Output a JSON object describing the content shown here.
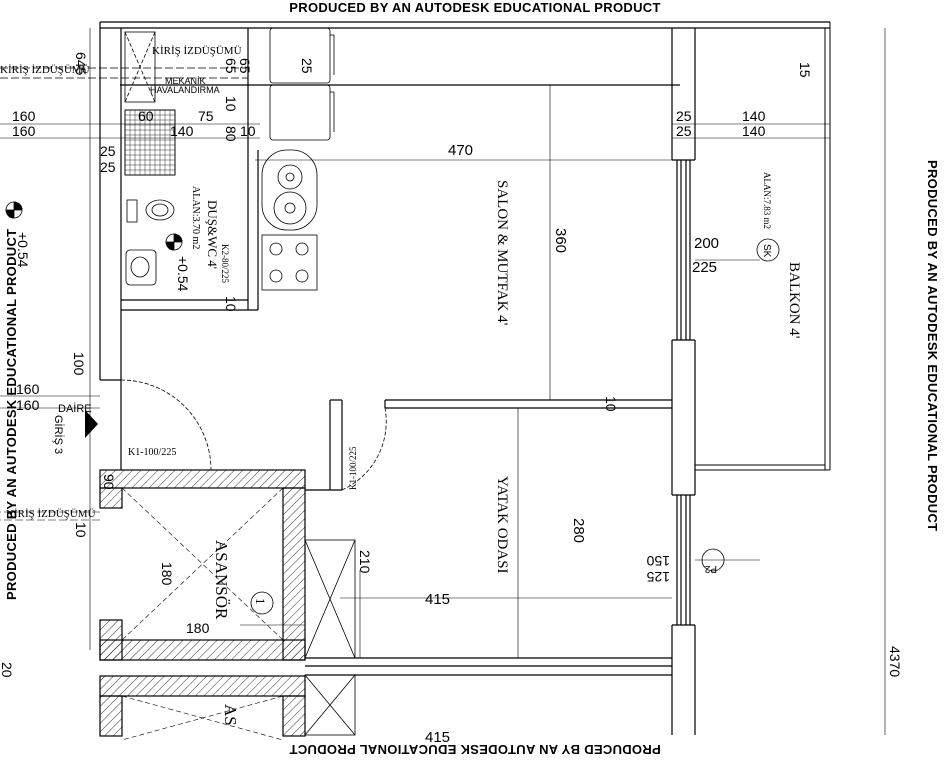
{
  "stamps": {
    "top": "PRODUCED BY AN AUTODESK EDUCATIONAL PRODUCT",
    "bottom": "PRODUCED BY AN AUTODESK EDUCATIONAL PRODUCT",
    "left": "PRODUCED BY AN AUTODESK EDUCATIONAL PRODUCT",
    "right": "PRODUCED BY AN AUTODESK EDUCATIONAL PRODUCT"
  },
  "rooms": {
    "salon": "SALON & MUTFAK 4'",
    "balkon": "BALKON 4'",
    "balkon_area": "ALAN:7.83 m2",
    "yatak": "YATAK ODASI",
    "dus": "DUŞ&WC 4'",
    "dus_area": "ALAN:3.70 m2",
    "asansor": "ASANSÖR",
    "asansor_num": "1",
    "asansor2": "AS"
  },
  "labels": {
    "kiris1": "KİRİŞ İZDÜŞÜMÜ",
    "kiris2": "KİRİŞ İZDÜŞÜMÜ",
    "kiris3": "KİRİŞ İZDÜŞÜMÜ",
    "mekanik1": "MEKANİK",
    "mekanik2": "HAVALANDIRMA",
    "daire": "DAİRE",
    "giris": "GİRİŞ 3",
    "k1_door": "K1-100/225",
    "k1_door2": "K1-100/225",
    "k2_door": "K2-80/225",
    "sk": "SK",
    "p2": "P2",
    "level1": "+0.54",
    "level2": "+0.54"
  },
  "dims": {
    "d645": "645",
    "d65a": "65",
    "d65b": "65",
    "d10a": "10",
    "d25top": "25",
    "d15": "15",
    "d160a": "160",
    "d160b": "160",
    "d60": "60",
    "d75": "75",
    "d140a": "140",
    "d80": "80",
    "d10b": "10",
    "d25a": "25",
    "d25b": "25",
    "d25c": "25",
    "d25d": "25",
    "d140b": "140",
    "d140c": "140",
    "d470": "470",
    "d360": "360",
    "d200": "200",
    "d225": "225",
    "d10c": "10",
    "d100": "100",
    "d160c": "160",
    "d160d": "160",
    "d10d": "10",
    "d90": "90",
    "d10e": "10",
    "d180a": "180",
    "d180b": "180",
    "d210": "210",
    "d280": "280",
    "d415a": "415",
    "d415b": "415",
    "d150": "150",
    "d125": "125",
    "d4370": "4370",
    "d20": "20"
  }
}
